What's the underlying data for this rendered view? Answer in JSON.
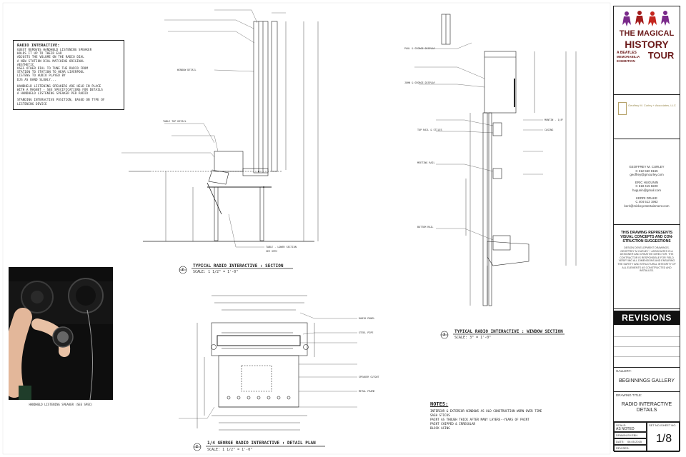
{
  "title_block": {
    "logo": {
      "line1": "THE MAGICAL",
      "line2": "HISTORY",
      "line3": "A BEATLES",
      "line4": "MEMORABILIA",
      "line5": "EXHIBITION",
      "line6": "TOUR"
    },
    "firm_name": "Geoffrey M. Curley + Associates, LLC",
    "contacts": [
      {
        "name": "GEOFFREY M. CURLEY",
        "phone": "C 312 560 8165",
        "email": "geoffrey@gmcurley.com"
      },
      {
        "name": "ERIC HUGUNIN",
        "phone": "C 618 415 8220",
        "email": "hugunin@gmail.com"
      },
      {
        "name": "KERRI DRAKE",
        "phone": "C 404 512 1962",
        "email": "kerri@mickeyentertainment.com"
      }
    ],
    "disclaimer_head": "THIS DRAWING REPRESENTS VISUAL CONCEPTS AND CON-STRUCTION SUGGESTIONS",
    "disclaimer_body": "DESIGN DEVELOPMENT DRAWINGS. GEOFFREY M CURLEY + ASSOCIATES IS A DESIGNER AND CREATIVE DIRECTOR. THE CONTRACTOR IS RESPONSIBLE FOR FIELD VERIFYING ALL DIMENSIONS AND ENSURING THE SAFETY AND STRUCTURAL INTEGRITY OF ALL ELEMENTS AS CONSTRUCTED AND INSTALLED.",
    "revisions_label": "REVISIONS",
    "gallery_label": "GALLERY:",
    "gallery_value": "BEGINNINGS GALLERY",
    "drawing_title_label": "DRAWING TITLE:",
    "drawing_title_value": "RADIO INTERACTIVE DETAILS",
    "scale_label": "SCALE:",
    "scale_value": "AS NOTED",
    "sheet_label": "SET NO./SHEET NO.",
    "drawn_by_label": "DRAWN BY:",
    "drawn_by_value": "EBH",
    "date_label": "DATE:",
    "date_value": "06.05.2015",
    "revised_label": "REVISED:",
    "sheet_no": "1/8"
  },
  "note_box": {
    "heading": "RADIO INTERACTIVE:",
    "lines": [
      "GUEST REMOVES HANDHELD LISTENING SPEAKER",
      "HOLDS IT UP TO THEIR EAR",
      "ADJUSTS THE VOLUME ON THE RADIO DIAL",
      "   A NEW STATION DIAL MATCHING ORIGINAL",
      "   AESTHETIC",
      "USES OTHER DIAL TO TUNE THE RADIO FROM",
      "   STATION TO STATION TO HEAR LIVERPOOL",
      "LISTENS TO AUDIO PLAYED BY",
      "   DJS AS BAND SLOWLY...",
      "",
      "HANDHELD LISTENING SPEAKERS ARE HELD IN PLACE",
      "   WITH A MAGNET - SEE SPECIFICATIONS FOR DETAILS",
      "A HANDHELD LISTENING SPEAKER PER RADIO",
      "",
      "STANDING INTERACTIVE POSITION, BASED ON TYPE OF",
      "   LISTENING DEVICE"
    ]
  },
  "photo_caption": "HANDHELD LISTENING SPEAKER (SEE SPEC)",
  "drawings": {
    "section_num": "2",
    "section_title": "TYPICAL RADIO INTERACTIVE : SECTION",
    "section_scale": "SCALE: 1 1/2\" = 1'-0\"",
    "plan_num": "2",
    "plan_title": "1/4 GEORGE RADIO INTERACTIVE : DETAIL PLAN",
    "plan_scale": "SCALE: 1 1/2\" = 1'-0\"",
    "window_num": "3",
    "window_title": "TYPICAL RADIO INTERACTIVE : WINDOW SECTION",
    "window_scale": "SCALE: 3\" = 1'-0\"",
    "callouts": [
      "WINDOW DETAIL",
      "TABLE TOP DETAIL",
      "TABLE - LOWER SECTION",
      "SEE SPEC",
      "PAUL & GEORGE DISPLAY",
      "JOHN & GEORGE DISPLAY",
      "BOTTOM RAIL",
      "MEETING RAIL",
      "TOP RAIL & STILES",
      "MUNTIN - 1/8\"",
      "CASING",
      "RADIO PANEL",
      "SPEAKER CUTOUT",
      "METAL FRAME",
      "STEEL PIPE"
    ]
  },
  "notes": {
    "heading": "NOTES:",
    "lines": [
      "INTERIOR & EXTERIOR WINDOWS AS OLD CONSTRUCTION WORN OVER TIME",
      "SASH STICKS",
      "PAINT AS THOUGH THICK AFTER MANY LAYERS--YEARS OF PAINT",
      "PAINT CHIPPED & IRREGULAR",
      "BLOCK ACING"
    ]
  }
}
